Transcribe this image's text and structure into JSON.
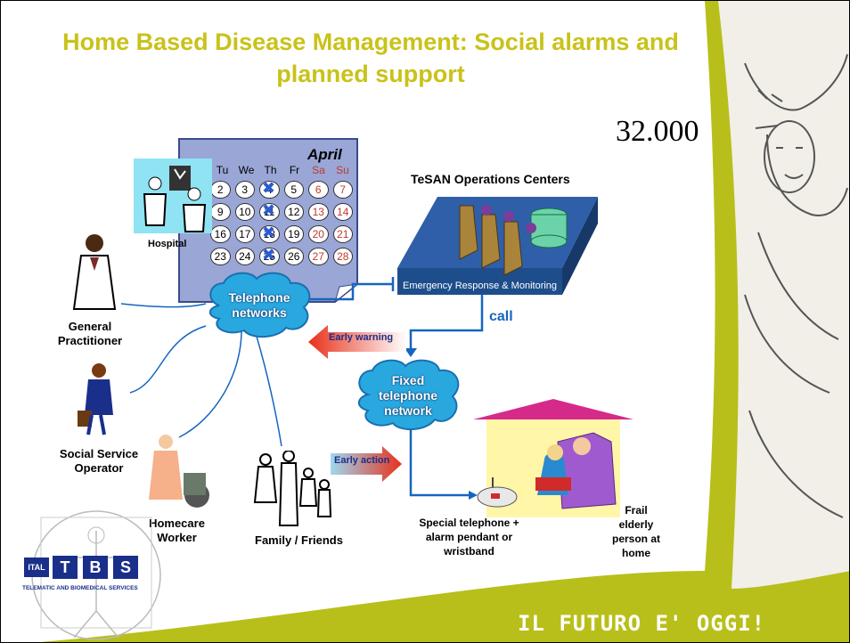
{
  "title": "Home Based Disease Management: Social alarms and planned support",
  "count": "32.000",
  "calendar": {
    "month": "April",
    "days_header": [
      "Tu",
      "We",
      "Th",
      "Fr",
      "Sa",
      "Su"
    ],
    "weeks": [
      [
        "2",
        "3",
        "4",
        "5",
        "6",
        "7"
      ],
      [
        "9",
        "10",
        "11",
        "12",
        "13",
        "14"
      ],
      [
        "16",
        "17",
        "18",
        "19",
        "20",
        "21"
      ],
      [
        "23",
        "24",
        "25",
        "26",
        "27",
        "28"
      ]
    ]
  },
  "labels": {
    "hospital": "Hospital",
    "general_practitioner": "General Practitioner",
    "social_service_operator": "Social Service Operator",
    "homecare_worker": "Homecare Worker",
    "family_friends": "Family / Friends",
    "telephone_networks": "Telephone networks",
    "fixed_telephone_network": "Fixed telephone network",
    "operations_centers": "TeSAN Operations Centers",
    "emergency_panel": "Emergency Response & Monitoring",
    "call": "call",
    "early_warning": "Early warning",
    "early_action": "Early action",
    "special_telephone": "Special telephone + alarm pendant or wristband",
    "frail_elderly": "Frail elderly person at home"
  },
  "logo": {
    "ital": "ITAL",
    "letters": [
      "T",
      "B",
      "S"
    ],
    "subtitle": "TELEMATIC AND BIOMEDICAL SERVICES"
  },
  "footer": "IL FUTURO E' OGGI!",
  "colors": {
    "title": "#c9c21a",
    "accent_green": "#b8bf1a",
    "cloud": "#29a8e0",
    "link_line": "#1565c0",
    "arrow_red": "#e8301a",
    "panel_blue": "#1e4d8c"
  }
}
